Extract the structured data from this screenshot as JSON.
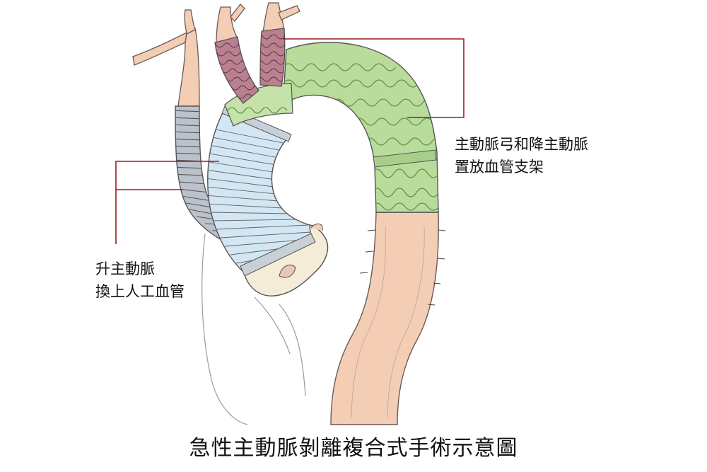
{
  "caption": "急性主動脈剝離複合式手術示意圖",
  "labels": {
    "arch_stent": {
      "line1": "主動脈弓和降主動脈",
      "line2": "置放血管支架"
    },
    "ascending_graft": {
      "line1": "升主動脈",
      "line2": "換上人工血管"
    }
  },
  "colors": {
    "leader_line": "#9b1c22",
    "stent_graft_green": "#b9dc9c",
    "stent_wire_green": "#4f8a3a",
    "artificial_graft_blue": "#d3e6f3",
    "branch_graft_gray": "#bcc2cc",
    "branch_stent_maroon": "#b9808f",
    "native_vessel_peach": "#f4cdb5",
    "heart_cream": "#f5ecd8",
    "outline": "#555555"
  }
}
